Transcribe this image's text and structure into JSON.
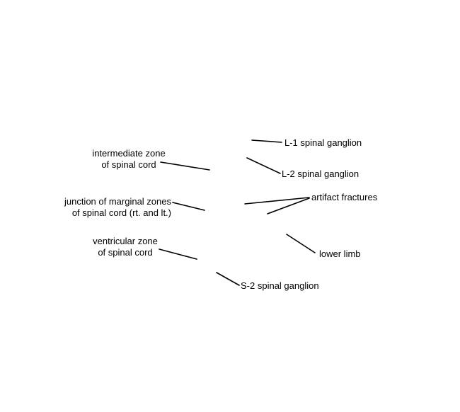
{
  "labels": {
    "l1_spinal_ganglion": "L-1 spinal ganglion",
    "l2_spinal_ganglion": "L-2 spinal ganglion",
    "intermediate_zone": [
      "intermediate zone",
      "of spinal cord"
    ],
    "artifact_fractures": "artifact fractures",
    "junction_marginal_zones": [
      "junction of marginal zones",
      "of spinal cord (rt. and lt.)"
    ],
    "ventricular_zone": [
      "ventricular zone",
      "of spinal cord"
    ],
    "lower_limb": "lower limb",
    "s2_spinal_ganglion": "S-2 spinal ganglion"
  },
  "colors": {
    "background": "#ffffff",
    "ink": "#000000"
  }
}
